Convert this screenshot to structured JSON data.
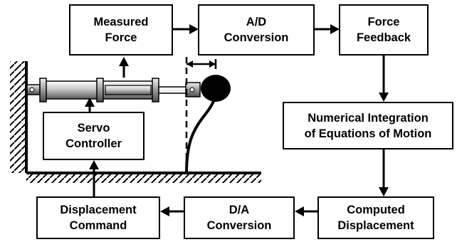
{
  "diagram": {
    "boxes": {
      "measured_force": [
        "Measured",
        "Force"
      ],
      "ad_conversion": [
        "A/D",
        "Conversion"
      ],
      "force_feedback": [
        "Force",
        "Feedback"
      ],
      "numerical_integration": [
        "Numerical Integration",
        "of Equations of Motion"
      ],
      "computed_displacement": [
        "Computed",
        "Displacement"
      ],
      "da_conversion": [
        "D/A",
        "Conversion"
      ],
      "displacement_command": [
        "Displacement",
        "Command"
      ],
      "servo_controller": [
        "Servo",
        "Controller"
      ]
    },
    "colors": {
      "stroke": "#000000",
      "fill": "#ffffff"
    }
  }
}
